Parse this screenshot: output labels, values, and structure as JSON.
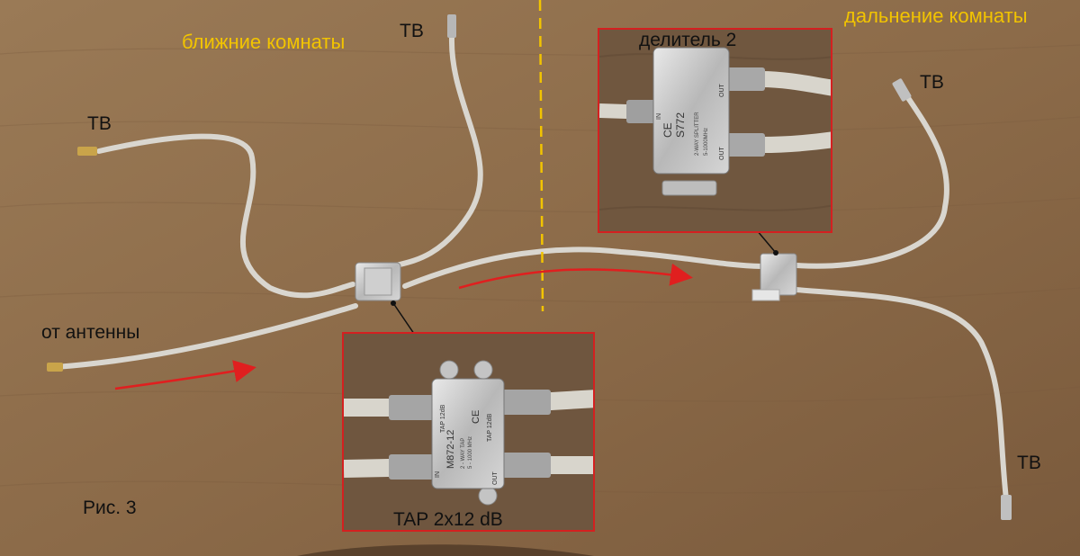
{
  "labels": {
    "tv_top": "ТВ",
    "tv_left": "ТВ",
    "tv_right_top": "ТВ",
    "tv_right_bottom": "ТВ",
    "near_rooms": "ближние комнаты",
    "far_rooms": "дальнение комнаты",
    "from_antenna": "от антенны",
    "splitter_caption": "делитель 2",
    "tap_caption": "TAP 2x12 dB",
    "figure": "Рис. 3"
  },
  "tap_device": {
    "model": "M872-12",
    "tap_mark": "TAP 12dB",
    "ce_mark": "CE",
    "in_mark": "IN",
    "out_mark": "OUT",
    "tap_port": "TAP 12dB",
    "band": "5 - 1000 MHz",
    "type": "2 - WAY TAP"
  },
  "splitter_device": {
    "model": "S772",
    "type": "2-WAY SPLITTER",
    "band": "5-1000MHz",
    "ce_mark": "CE",
    "in_mark": "IN",
    "out_mark_top": "OUT",
    "out_mark_bottom": "OUT"
  },
  "colors": {
    "floor": "#8a6a4a",
    "cable": "#d9d6cf",
    "arrow": "#e01f1f",
    "label_yellow": "#f2c400",
    "inset_border": "#d42020",
    "divider": "#f2c400"
  }
}
